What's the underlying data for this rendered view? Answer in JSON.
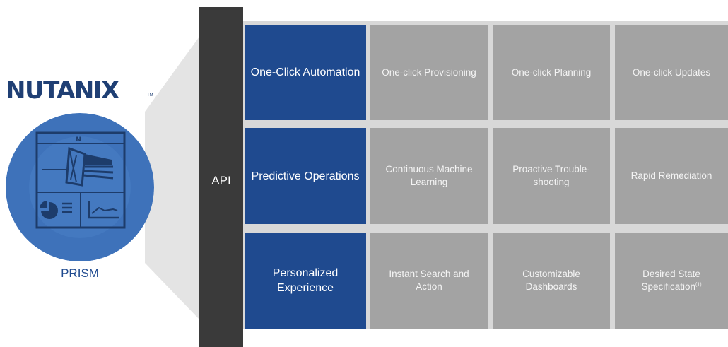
{
  "brand": {
    "logo_text": "NUTANIX",
    "trademark": "TM",
    "product_label": "PRISM",
    "colors": {
      "logo": "#1f3f74",
      "circle": "#3e72ba",
      "category": "#1f4a8f",
      "feature": "#a3a3a3",
      "api_bar": "#3a3a3a"
    }
  },
  "api": {
    "label": "API"
  },
  "rows": [
    {
      "category": "One-Click Automation",
      "features": [
        {
          "text": "One-click Provisioning"
        },
        {
          "text": "One-click Planning"
        },
        {
          "text": "One-click Updates"
        }
      ]
    },
    {
      "category": "Predictive Operations",
      "features": [
        {
          "text": "Continuous Machine Learning"
        },
        {
          "text": "Proactive Trouble-shooting"
        },
        {
          "text": "Rapid Remediation"
        }
      ]
    },
    {
      "category": "Personalized Experience",
      "features": [
        {
          "text": "Instant Search and Action"
        },
        {
          "text": "Customizable Dashboards"
        },
        {
          "text": "Desired State Specification",
          "superscript": "(1)"
        }
      ]
    }
  ],
  "icons": [
    "prism-console-icon",
    "pie-chart-icon",
    "line-chart-icon"
  ]
}
